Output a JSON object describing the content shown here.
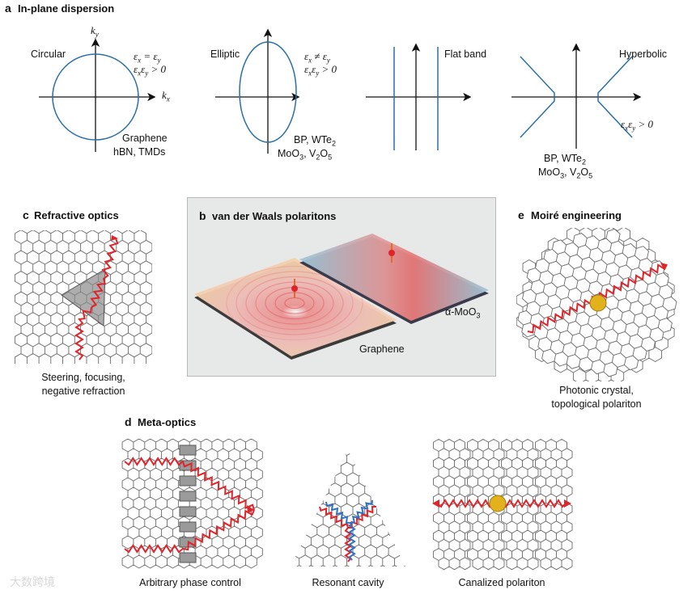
{
  "panel_a": {
    "letter": "a",
    "title": "In-plane dispersion",
    "axis_ky": "k",
    "axis_ky_sub": "y",
    "axis_kx": "k",
    "axis_kx_sub": "x",
    "circular": {
      "label": "Circular",
      "eq1": "ε",
      "eq1_sub": "x",
      "eq1_mid": " = ε",
      "eq1_sub2": "y",
      "eq2": "ε",
      "eq2_sub": "x",
      "eq2_mid": "ε",
      "eq2_sub2": "y",
      "eq2_end": " > 0",
      "materials_1": "Graphene",
      "materials_2": "hBN, TMDs"
    },
    "elliptic": {
      "label": "Elliptic",
      "eq1": "ε",
      "eq1_sub": "x",
      "eq1_mid": " ≠ ε",
      "eq1_sub2": "y",
      "eq2": "ε",
      "eq2_sub": "x",
      "eq2_mid": "ε",
      "eq2_sub2": "y",
      "eq2_end": " > 0",
      "materials_1a": "BP, WTe",
      "materials_1b": "2",
      "materials_2a": "MoO",
      "materials_2b": "3",
      "materials_2c": ", V",
      "materials_2d": "2",
      "materials_2e": "O",
      "materials_2f": "5"
    },
    "flat": {
      "label": "Flat band"
    },
    "hyperbolic": {
      "label": "Hyperbolic",
      "eq": "ε",
      "eq_sub": "x",
      "eq_mid": "ε",
      "eq_sub2": "y",
      "eq_end": " > 0",
      "materials_1a": "BP, WTe",
      "materials_1b": "2",
      "materials_2a": "MoO",
      "materials_2b": "3",
      "materials_2c": ", V",
      "materials_2d": "2",
      "materials_2e": "O",
      "materials_2f": "5"
    }
  },
  "panel_b": {
    "letter": "b",
    "title": "van der Waals polaritons",
    "label_moo3_a": "α-MoO",
    "label_moo3_b": "3",
    "label_graphene": "Graphene"
  },
  "panel_c": {
    "letter": "c",
    "title": "Refractive optics",
    "caption_1": "Steering, focusing,",
    "caption_2": "negative refraction"
  },
  "panel_d": {
    "letter": "d",
    "title": "Meta-optics",
    "caption_1": "Arbitrary phase control",
    "caption_2": "Resonant cavity",
    "caption_3": "Canalized polariton"
  },
  "panel_e": {
    "letter": "e",
    "title": "Moiré engineering",
    "caption_1": "Photonic crystal,",
    "caption_2": "topological polariton"
  },
  "watermark": "大数跨境",
  "colors": {
    "curve_blue": "#2b6fa8",
    "wave_red": "#e0252a",
    "wave_blue": "#2f6fc4",
    "lattice": "#666666",
    "gold": "#e2b21c",
    "panel_b_bg": "#e7e8e8"
  }
}
